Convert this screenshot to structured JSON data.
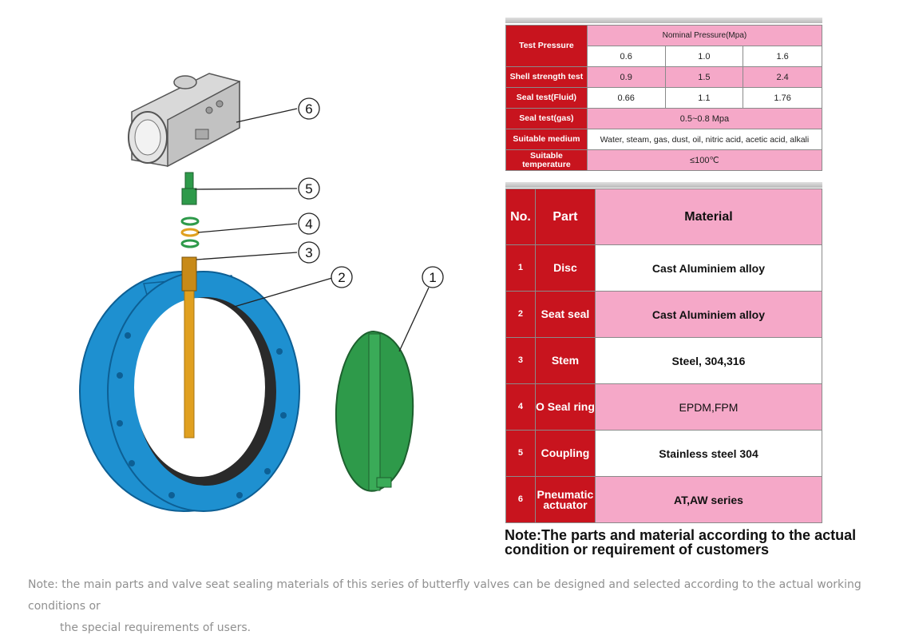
{
  "test_table": {
    "test_pressure_label": "Test Pressure",
    "nominal_pressure_label": "Nominal Pressure(Mpa)",
    "pressures": [
      "0.6",
      "1.0",
      "1.6"
    ],
    "shell_label": "Shell strength test",
    "shell_values": [
      "0.9",
      "1.5",
      "2.4"
    ],
    "seal_fluid_label": "Seal test(Fluid)",
    "seal_fluid_values": [
      "0.66",
      "1.1",
      "1.76"
    ],
    "seal_gas_label": "Seal test(gas)",
    "seal_gas_value": "0.5~0.8 Mpa",
    "medium_label": "Suitable medium",
    "medium_value": "Water, steam, gas, dust, oil, nitric acid, acetic acid, alkali",
    "temp_label": "Suitable temperature",
    "temp_value": "≤100℃"
  },
  "parts_table": {
    "no_header": "No.",
    "part_header": "Part",
    "material_header": "Material",
    "rows": [
      {
        "no": "1",
        "part": "Disc",
        "material": "Cast Aluminiem alloy"
      },
      {
        "no": "2",
        "part": "Seat seal",
        "material": "Cast Aluminiem alloy"
      },
      {
        "no": "3",
        "part": "Stem",
        "material": "Steel, 304,316"
      },
      {
        "no": "4",
        "part": "O Seal ring",
        "material": "EPDM,FPM"
      },
      {
        "no": "5",
        "part": "Coupling",
        "material": "Stainless steel 304"
      },
      {
        "no": "6",
        "part": "Pneumatic actuator",
        "material": "AT,AW series"
      }
    ]
  },
  "note_right": "Note:The parts and material according to the actual condition or requirement of customers",
  "note_bottom_line1": "Note: the main parts and valve seat sealing materials of this series of butterfly valves can be designed and selected according to the actual working conditions or",
  "note_bottom_line2": "the special requirements of users.",
  "diagram": {
    "callouts": [
      "1",
      "2",
      "3",
      "4",
      "5",
      "6"
    ],
    "colors": {
      "body": "#1e90d0",
      "disc": "#2e9a4a",
      "stem": "#e0a020",
      "actuator": "#c8c8c8",
      "seal": "#333333"
    }
  }
}
